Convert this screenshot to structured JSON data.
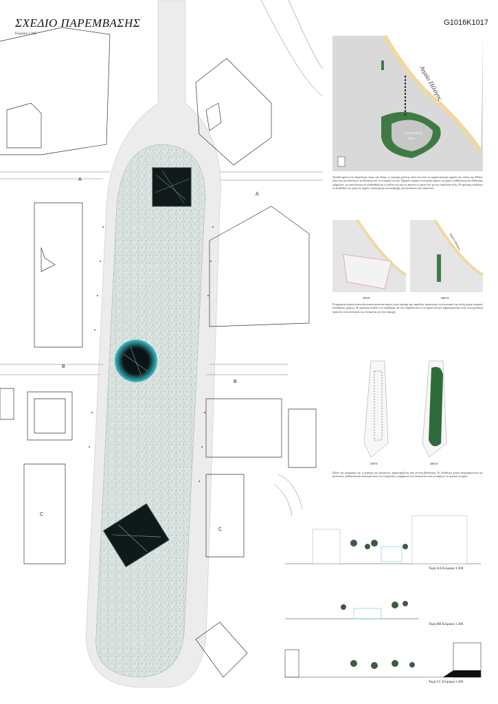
{
  "title": "ΣΧΕΔΙΟ ΠΑΡΕΜΒΑΣΗΣ",
  "main_scale": "Κλίμακα 1:200",
  "project_code": "G1016K1017",
  "map": {
    "sea_label": "Αιγαίο Πέλαγος",
    "old_town_label_1": "κέντρο πόλης",
    "old_town_label_2": "πόλη"
  },
  "paragraph_1": "Τοποθετημένη στο βορειότερο άκρο της πόλης, η περιοχή μελέτης είναι ένα από τα σημαντικότερα σημεία της πόλης της Ρόδου, λόγω της γειτνίασης με τη θάλασσα και το ιστορικό κέντρο. Σήμερα ο χώρος λειτουργεί κυρίως ως χώρος στάθμευσης και διέλευσης οχημάτων, με αποτέλεσμα να υποβαθμίζεται η εικόνα του και να χάνεται η σχέση του με την υπόλοιπη πόλη. Η πρόταση επιδιώκει να αναδείξει τον χώρο ως σημείο συνάντησης και αναψυχής για κατοίκους και επισκέπτες.",
  "before_after_1": {
    "before": "ΠΡΙΝ",
    "after": "ΜΕΤΑ",
    "sea_label": "Αιγαίο Πέλαγος"
  },
  "paragraph_2": "Η σημερινή αστική ανάπτυξη επικεντρώνεται κυρίως στην περιοχή της παραλίας, αφήνοντας το εσωτερικό της πόλης χωρίς επαρκείς ελεύθερους χώρους. Η πρόταση συνδέει τον πεζόδρομο με την παραλία και το ιστορικό κέντρο, δημιουργώντας έναν συνεχή άξονα πρασίνου που λειτουργεί ως πνεύμονας για την περιοχή.",
  "before_after_2": {
    "before": "ΠΡΙΝ",
    "after": "ΜΕΤΑ"
  },
  "paragraph_3": "Πεδίο της αναφοράς της η περιοχή του μεσαίωνα, χαρακτηρίζεται από έντονη βλάστηση. Οι ελεύθεροι χώροι διαμορφώνονται με φυτεύσεις, καθιστικά και σκίαστρα ώστε να ενισχύεται η παραμονή των επισκεπτών και η επαφή με το φυσικό στοιχείο.",
  "section_marks": {
    "a": "A",
    "b": "B",
    "c": "C",
    "d": "Δ"
  },
  "sections": [
    {
      "label": "Τομή AA  Κλίμακα 1:200"
    },
    {
      "label": "Τομή BB  Κλίμακα 1:200"
    },
    {
      "label": "Τομή CC  Κλίμακα 1:200"
    }
  ],
  "colors": {
    "green": "#2f6b3a",
    "plaza": "#dde5e2",
    "road": "#ededed",
    "pattern": "#b9c6c2"
  }
}
